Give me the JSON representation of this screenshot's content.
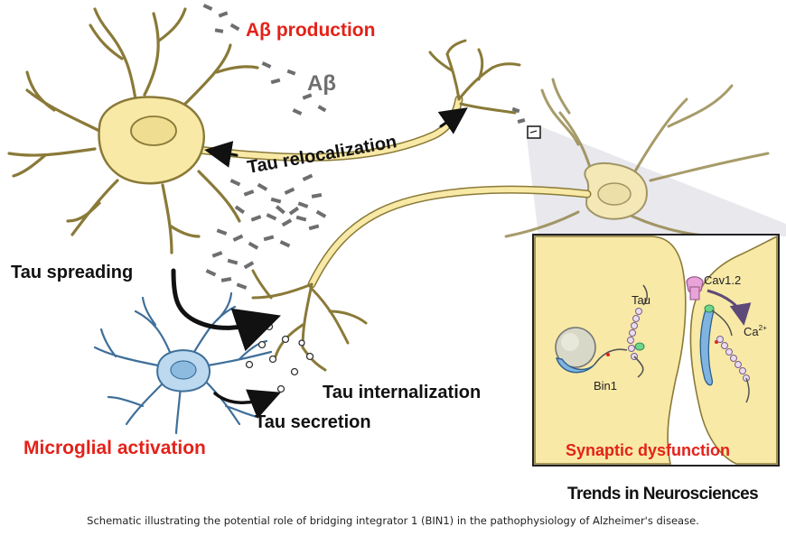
{
  "labels": {
    "abeta_production": "Aβ production",
    "abeta": "Aβ",
    "tau_relocalization": "Tau relocalization",
    "tau_spreading": "Tau spreading",
    "tau_internalization": "Tau internalization",
    "tau_secretion": "Tau secretion",
    "microglial_activation": "Microglial activation",
    "synaptic_dysfunction": "Synaptic dysfunction",
    "tau_inset": "Tau",
    "bin1": "Bin1",
    "cav12": "Cav1.2",
    "ca": "Ca",
    "ca_sup": "2+"
  },
  "journal": "Trends in Neurosciences",
  "caption": "Schematic illustrating the potential role of bridging integrator 1 (BIN1) in the pathophysiology of Alzheimer's disease.",
  "colors": {
    "neuron": "#f8e9a6",
    "neuron_outline": "#8a7a38",
    "microglia": "#bcd9ef",
    "microglia_outline": "#3f6f99",
    "red_label": "#e32219",
    "abeta_fragment": "#6e6e6e"
  }
}
